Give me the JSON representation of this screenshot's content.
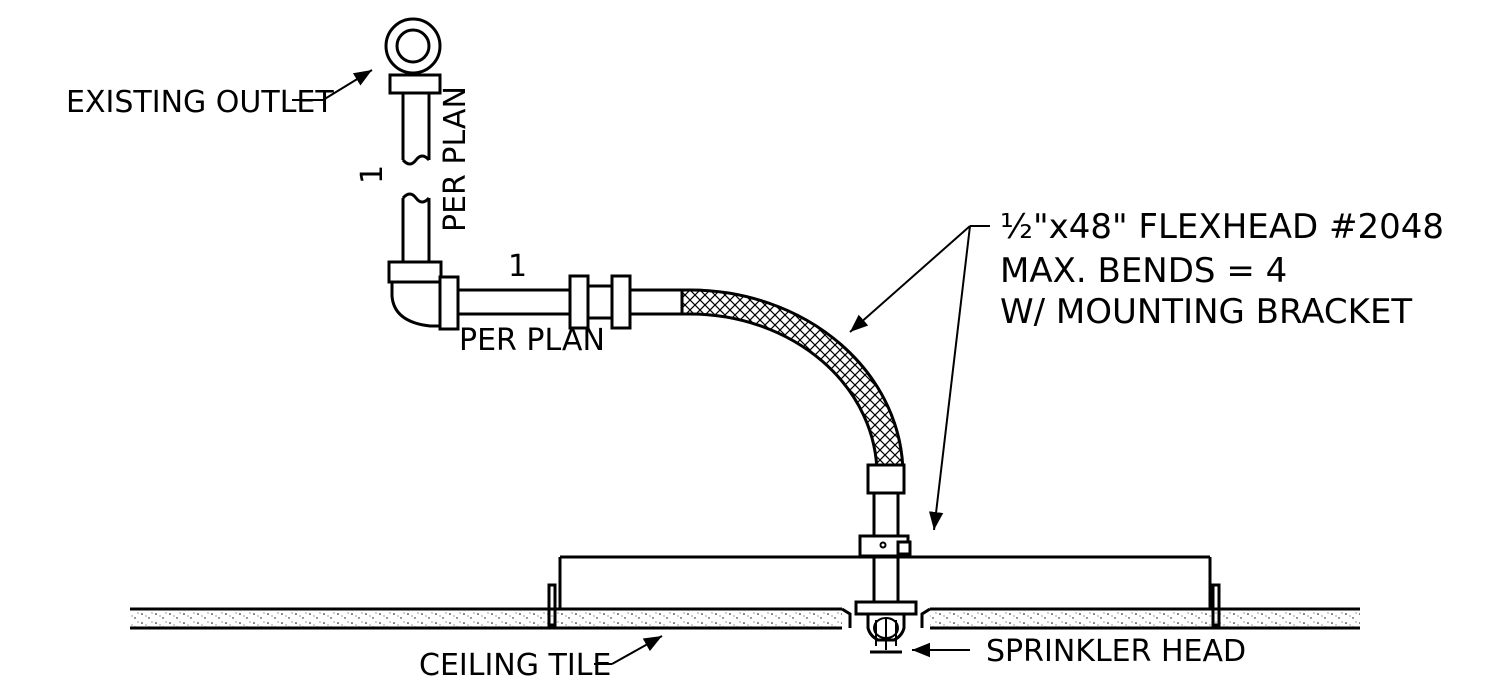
{
  "labels": {
    "existing_outlet": "EXISTING OUTLET",
    "per_plan_vertical": "PER PLAN",
    "dim_vertical": "1",
    "dim_horizontal": "1",
    "per_plan_horizontal": "PER PLAN",
    "flexhead_line1": "½\"x48\" FLEXHEAD #2048",
    "flexhead_line2": "MAX. BENDS = 4",
    "flexhead_line3": "W/ MOUNTING BRACKET",
    "ceiling_tile": "CEILING TILE",
    "sprinkler_head": "SPRINKLER HEAD"
  },
  "colors": {
    "line": "#000000",
    "background": "#ffffff"
  }
}
